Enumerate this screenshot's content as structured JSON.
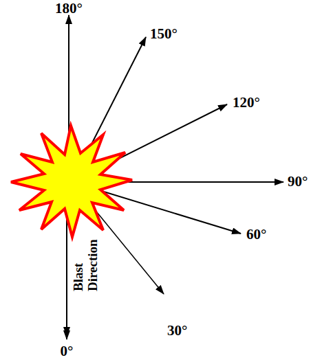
{
  "diagram": {
    "labels": [
      "180°",
      "150°",
      "120°",
      "90°",
      "60°",
      "30°",
      "0°",
      "Blast Direction"
    ]
  }
}
